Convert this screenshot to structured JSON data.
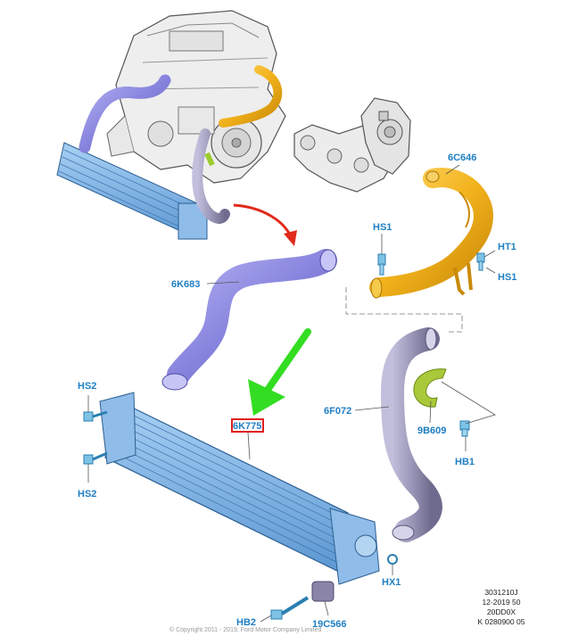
{
  "labels": {
    "p6c646": "6C646",
    "hs1_top": "HS1",
    "ht1": "HT1",
    "hs1_right": "HS1",
    "p6k683": "6K683",
    "hs2_top": "HS2",
    "hs2_bottom": "HS2",
    "p6k775": "6K775",
    "p6f072": "6F072",
    "p9b609": "9B609",
    "hb1": "HB1",
    "hx1": "HX1",
    "hb2": "HB2",
    "p19c566": "19C566"
  },
  "info_block": {
    "line1": "3031210J",
    "line2": "12-2019 50",
    "line3": "20DD0X",
    "line4": "K 0280900 05"
  },
  "copyright": "© Copyright 2011 - 2019, Ford Motor Company Limited",
  "colors": {
    "label_blue": "#1f7fc4",
    "hose_purple": "#8c8ae0",
    "hose_grey": "#9a97b8",
    "pipe_yellow": "#f2b21c",
    "cooler_blue": "#7ab3e6",
    "arrow_red": "#e02a1a",
    "arrow_green": "#33dd22",
    "highlight_red": "#e01e1e"
  }
}
